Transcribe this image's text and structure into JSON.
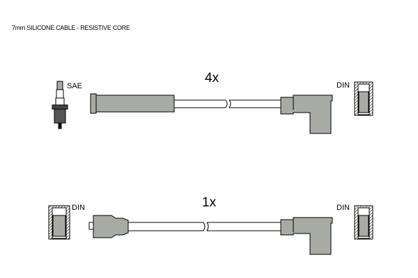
{
  "title": "7mm SILICONE CABLE - RESISTIVE CORE",
  "sets": [
    {
      "quantity": "4x",
      "left_label": "SAE",
      "right_label": "DIN"
    },
    {
      "quantity": "1x",
      "left_label": "DIN",
      "right_label": "DIN"
    }
  ],
  "colors": {
    "boot": "#a8aaa5",
    "line": "#000000",
    "background": "#ffffff"
  }
}
